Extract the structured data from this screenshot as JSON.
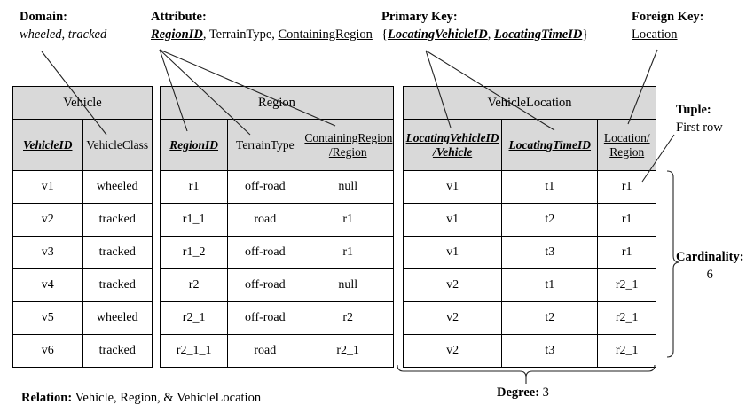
{
  "annotations": {
    "domain": {
      "label": "Domain:",
      "value": "wheeled, tracked"
    },
    "attribute": {
      "label": "Attribute:",
      "key_part": "RegionID",
      "sep1": ", ",
      "plain_part": "TerrainType",
      "sep2": ", ",
      "underlined_part": "ContainingRegion"
    },
    "primary_key": {
      "label": "Primary Key:",
      "open_brace": "{",
      "part1": "LocatingVehicleID",
      "sep": ", ",
      "part2": "LocatingTimeID",
      "close_brace": "}"
    },
    "foreign_key": {
      "label": "Foreign Key:",
      "value": "Location"
    },
    "tuple": {
      "label": "Tuple:",
      "value": "First row"
    },
    "cardinality": {
      "label": "Cardinality:",
      "value": "6"
    },
    "degree": {
      "label": "Degree:",
      "value": "3"
    },
    "relation": {
      "label": "Relation:",
      "value": "Vehicle, Region, & VehicleLocation"
    }
  },
  "tables": [
    {
      "name": "Vehicle",
      "columns": [
        {
          "line1": "VehicleID",
          "line2": "",
          "style": "key"
        },
        {
          "line1": "VehicleClass",
          "line2": "",
          "style": "plain"
        }
      ],
      "rows": [
        [
          "v1",
          "wheeled"
        ],
        [
          "v2",
          "tracked"
        ],
        [
          "v3",
          "tracked"
        ],
        [
          "v4",
          "tracked"
        ],
        [
          "v5",
          "wheeled"
        ],
        [
          "v6",
          "tracked"
        ]
      ]
    },
    {
      "name": "Region",
      "columns": [
        {
          "line1": "RegionID",
          "line2": "",
          "style": "key"
        },
        {
          "line1": "TerrainType",
          "line2": "",
          "style": "plain"
        },
        {
          "line1": "ContainingRegion",
          "line2": "/Region",
          "style": "fk"
        }
      ],
      "rows": [
        [
          "r1",
          "off-road",
          "null"
        ],
        [
          "r1_1",
          "road",
          "r1"
        ],
        [
          "r1_2",
          "off-road",
          "r1"
        ],
        [
          "r2",
          "off-road",
          "null"
        ],
        [
          "r2_1",
          "off-road",
          "r2"
        ],
        [
          "r2_1_1",
          "road",
          "r2_1"
        ]
      ]
    },
    {
      "name": "VehicleLocation",
      "columns": [
        {
          "line1": "LocatingVehicleID",
          "line2": "/Vehicle",
          "style": "key"
        },
        {
          "line1": "LocatingTimeID",
          "line2": "",
          "style": "key"
        },
        {
          "line1": "Location/",
          "line2": "Region",
          "style": "fk"
        }
      ],
      "rows": [
        [
          "v1",
          "t1",
          "r1"
        ],
        [
          "v1",
          "t2",
          "r1"
        ],
        [
          "v1",
          "t3",
          "r1"
        ],
        [
          "v2",
          "t1",
          "r2_1"
        ],
        [
          "v2",
          "t2",
          "r2_1"
        ],
        [
          "v2",
          "t3",
          "r2_1"
        ]
      ]
    }
  ],
  "colors": {
    "header_fill": "#d9d9d9",
    "border": "#000000",
    "text": "#000000",
    "background": "#ffffff"
  }
}
